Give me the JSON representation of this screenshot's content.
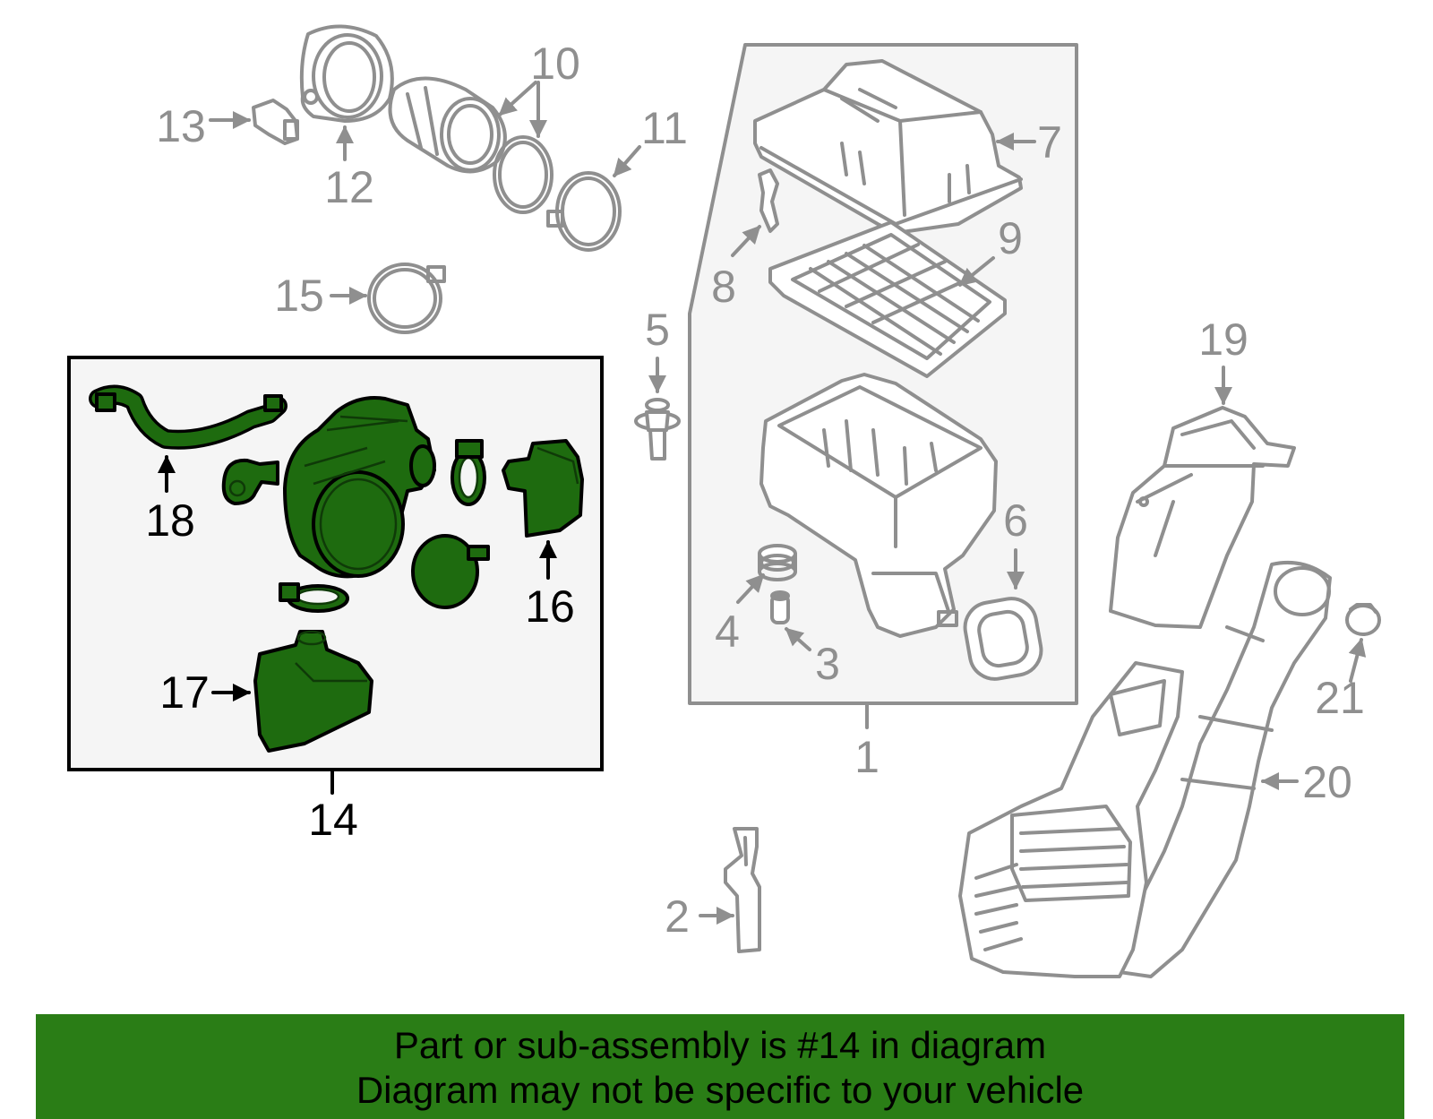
{
  "callouts": {
    "c1": "1",
    "c2": "2",
    "c3": "3",
    "c4": "4",
    "c5": "5",
    "c6": "6",
    "c7": "7",
    "c8": "8",
    "c9": "9",
    "c10": "10",
    "c11": "11",
    "c12": "12",
    "c13": "13",
    "c14": "14",
    "c15": "15",
    "c16": "16",
    "c17": "17",
    "c18": "18",
    "c19": "19",
    "c20": "20",
    "c21": "21"
  },
  "highlighted_part": "14",
  "colors": {
    "highlight_fill": "#1e6b0f",
    "banner_bg": "#2a7d16",
    "line_gray": "#8f8f8f",
    "panel_bg": "#f5f5f5"
  },
  "banner": {
    "line1": "Part or sub-assembly is #14 in diagram",
    "line2": "Diagram may not be specific to your vehicle"
  }
}
